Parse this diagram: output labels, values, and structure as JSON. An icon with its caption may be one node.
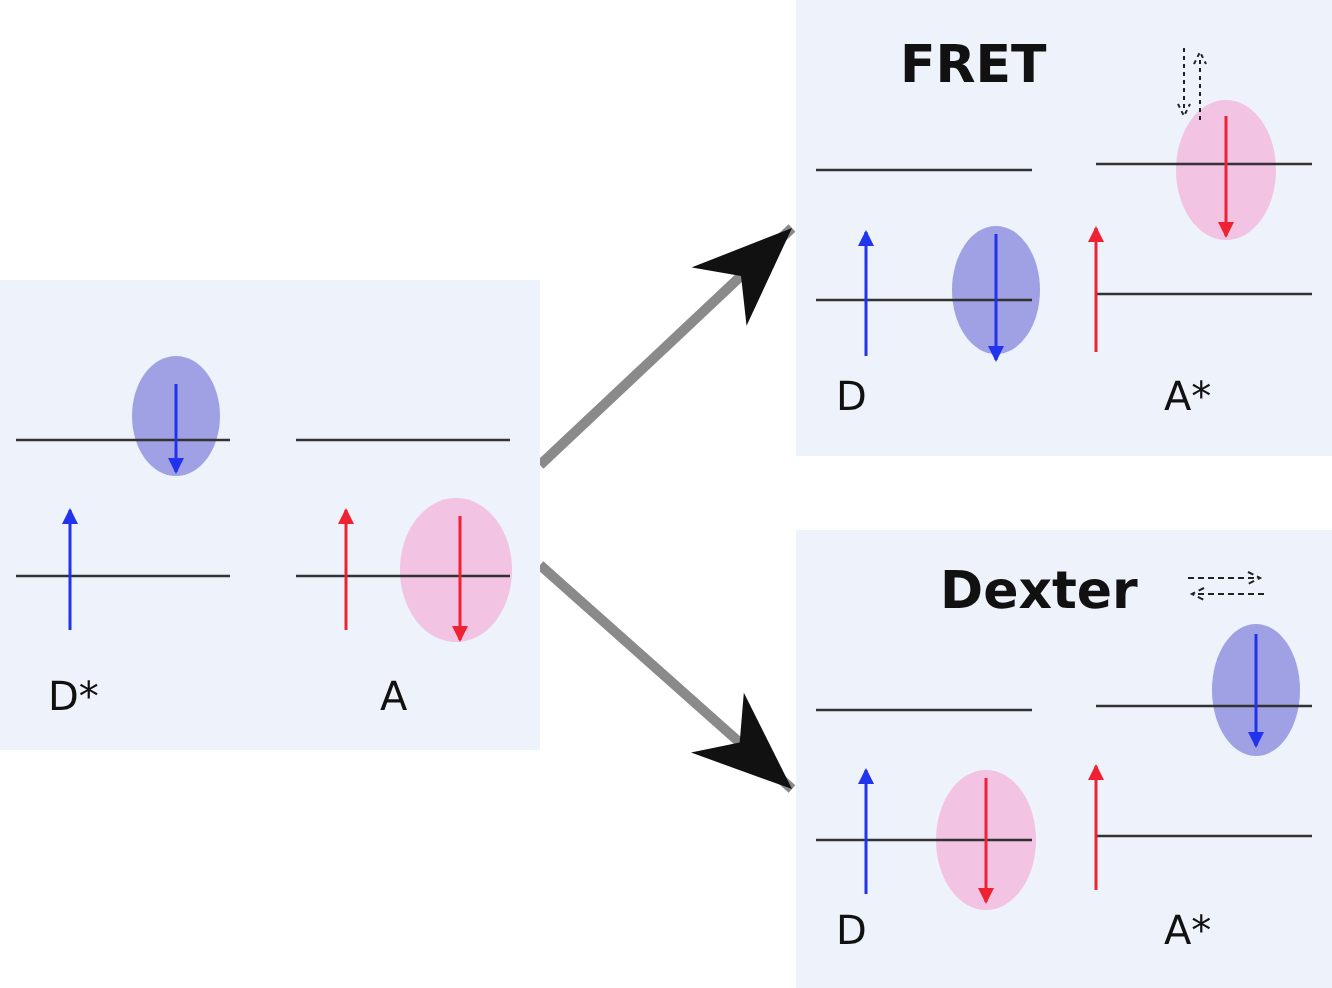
{
  "diagram": {
    "nodes": [
      {
        "text": [
          "D*",
          "A"
        ]
      },
      {
        "text": [
          "FRET",
          "D",
          "A*"
        ]
      },
      {
        "text": [
          "Dexter",
          "D",
          "A*"
        ]
      }
    ],
    "edges": [
      {
        "from": 0,
        "to": 1,
        "arrow": "to"
      },
      {
        "from": 0,
        "to": 2,
        "arrow": "to"
      }
    ]
  }
}
